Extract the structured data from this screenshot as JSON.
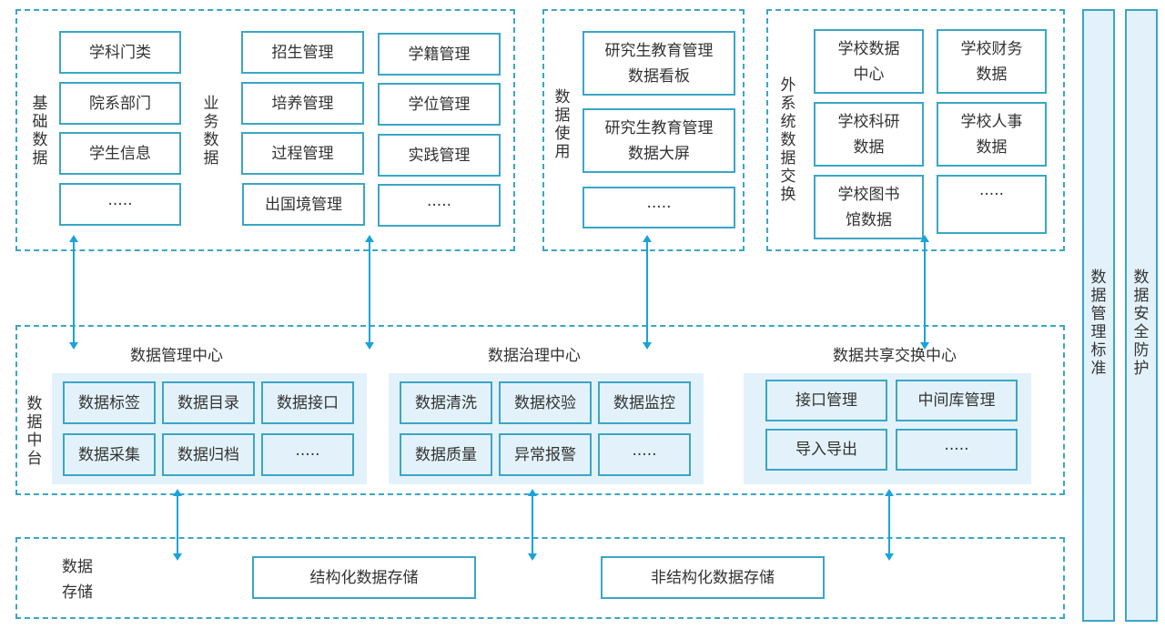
{
  "colors": {
    "accent": "#3aa6c6",
    "arrow": "#1aa3d9",
    "panel": "#e3f2fa",
    "text": "#333333"
  },
  "top": {
    "basic_data": {
      "label": "基础数据",
      "items": [
        "学科门类",
        "院系部门",
        "学生信息",
        "·····"
      ]
    },
    "business_data": {
      "label": "业务数据",
      "col1": [
        "招生管理",
        "培养管理",
        "过程管理",
        "出国境管理"
      ],
      "col2": [
        "学籍管理",
        "学位管理",
        "实践管理",
        "·····"
      ]
    },
    "data_usage": {
      "label": "数据使用",
      "items": [
        "研究生教育管理数据看板",
        "研究生教育管理数据大屏",
        "·····"
      ]
    },
    "external_exchange": {
      "label": "外系统数据交换",
      "items": [
        "学校数据中心",
        "学校财务数据",
        "学校科研数据",
        "学校人事数据",
        "学校图书馆数据",
        "·····"
      ]
    }
  },
  "middle": {
    "label": "数据中台",
    "management_center": {
      "title": "数据管理中心",
      "items": [
        "数据标签",
        "数据目录",
        "数据接口",
        "数据采集",
        "数据归档",
        "·····"
      ]
    },
    "governance_center": {
      "title": "数据治理中心",
      "items": [
        "数据清洗",
        "数据校验",
        "数据监控",
        "数据质量",
        "异常报警",
        "·····"
      ]
    },
    "sharing_center": {
      "title": "数据共享交换中心",
      "items": [
        "接口管理",
        "中间库管理",
        "导入导出",
        "·····"
      ]
    }
  },
  "bottom": {
    "label_line1": "数据",
    "label_line2": "存储",
    "structured": "结构化数据存储",
    "unstructured": "非结构化数据存储"
  },
  "pillars": {
    "standards": "数据管理标准",
    "security": "数据安全防护"
  }
}
